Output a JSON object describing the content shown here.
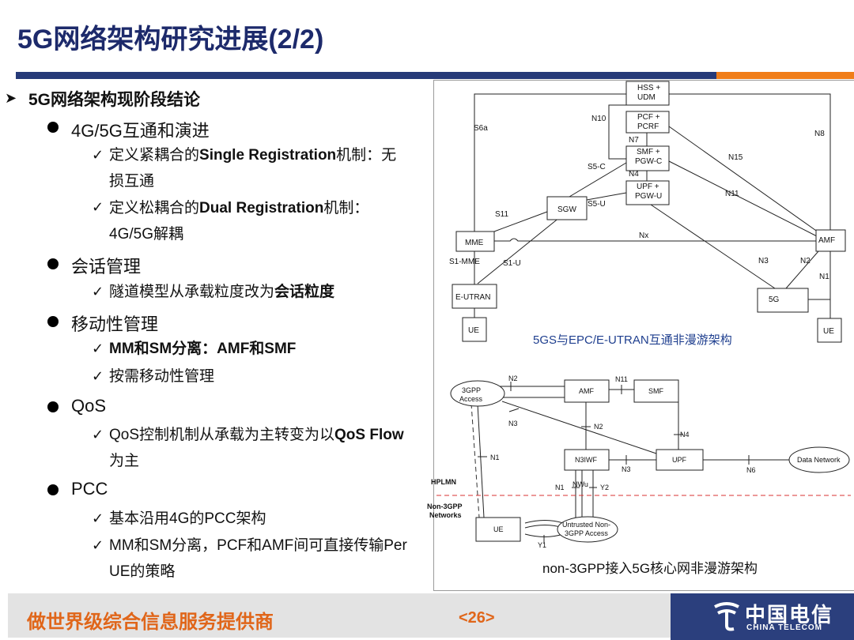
{
  "title": "5G网络架构研究进展(2/2)",
  "bullets": {
    "h1": "5G网络架构现阶段结论",
    "s1": {
      "label": "4G/5G互通和演进",
      "c1a": "定义紧耦合的",
      "c1b": "Single Registration",
      "c1c": "机制：无",
      "c1d": "损互通",
      "c2a": "定义松耦合的",
      "c2b": "Dual Registration",
      "c2c": "机制：",
      "c2d": "4G/5G解耦"
    },
    "s2": {
      "label": "会话管理",
      "c1a": "隧道模型从承载粒度改为",
      "c1b": "会话粒度"
    },
    "s3": {
      "label": "移动性管理",
      "c1": "MM和SM分离：AMF和SMF",
      "c2": "按需移动性管理"
    },
    "s4": {
      "label": "QoS",
      "c1a": "QoS控制机制从承载为主转变为以",
      "c1b": "QoS Flow",
      "c1c": "为主"
    },
    "s5": {
      "label": "PCC",
      "c1": "基本沿用4G的PCC架构",
      "c2a": "MM和SM分离，PCF和AMF间可直接传输Per",
      "c2b": "UE的策略"
    }
  },
  "diagram1": {
    "caption": "5GS与EPC/E-UTRAN互通非漫游架构",
    "nodes": {
      "hss": [
        "HSS +",
        "UDM"
      ],
      "pcf": [
        "PCF +",
        "PCRF"
      ],
      "smf": [
        "SMF +",
        "PGW-C"
      ],
      "upf": [
        "UPF +",
        "PGW-U"
      ],
      "sgw": "SGW",
      "mme": "MME",
      "eutran": "E-UTRAN",
      "ue1": "UE",
      "amf": "AMF",
      "g5": "5G",
      "ue2": "UE"
    },
    "refs": {
      "s6a": "S6a",
      "n10": "N10",
      "n7": "N7",
      "n8": "N8",
      "s5c": "S5-C",
      "n4": "N4",
      "n15": "N15",
      "s5u": "S5-U",
      "n11": "N11",
      "s11": "S11",
      "nx": "Nx",
      "s1mme": "S1-MME",
      "s1u": "S1-U",
      "n3": "N3",
      "n2": "N2",
      "n1": "N1"
    }
  },
  "diagram2": {
    "caption": "non-3GPP接入5G核心网非漫游架构",
    "nodes": {
      "access": [
        "3GPP",
        "Access"
      ],
      "amf": "AMF",
      "smf": "SMF",
      "n3iwf": "N3IWF",
      "upf": "UPF",
      "dn": "Data Network",
      "ue": "UE",
      "untrusted": [
        "Untrusted Non-",
        "3GPP Access"
      ]
    },
    "refs": {
      "n2a": "N2",
      "n11": "N11",
      "n3a": "N3",
      "n2b": "N2",
      "n4": "N4",
      "n1": "N1",
      "n3b": "N3",
      "n6": "N6",
      "n1b": "N1",
      "nwu": "NWu",
      "y2": "Y2",
      "y1": "Y1"
    },
    "zones": {
      "hplmn": "HPLMN",
      "non3gpp": [
        "Non-3GPP",
        "Networks"
      ]
    }
  },
  "footer": {
    "slogan": "做世界级综合信息服务提供商",
    "page": "<26>",
    "logo_cn": "中国电信",
    "logo_en": "CHINA TELECOM"
  },
  "colors": {
    "title": "#1d2a6b",
    "bar_navy": "#263a78",
    "bar_orange": "#f07d19",
    "footer_text": "#e0661a",
    "caption_blue": "#1f3f8f",
    "boundary_red": "#d83030"
  }
}
